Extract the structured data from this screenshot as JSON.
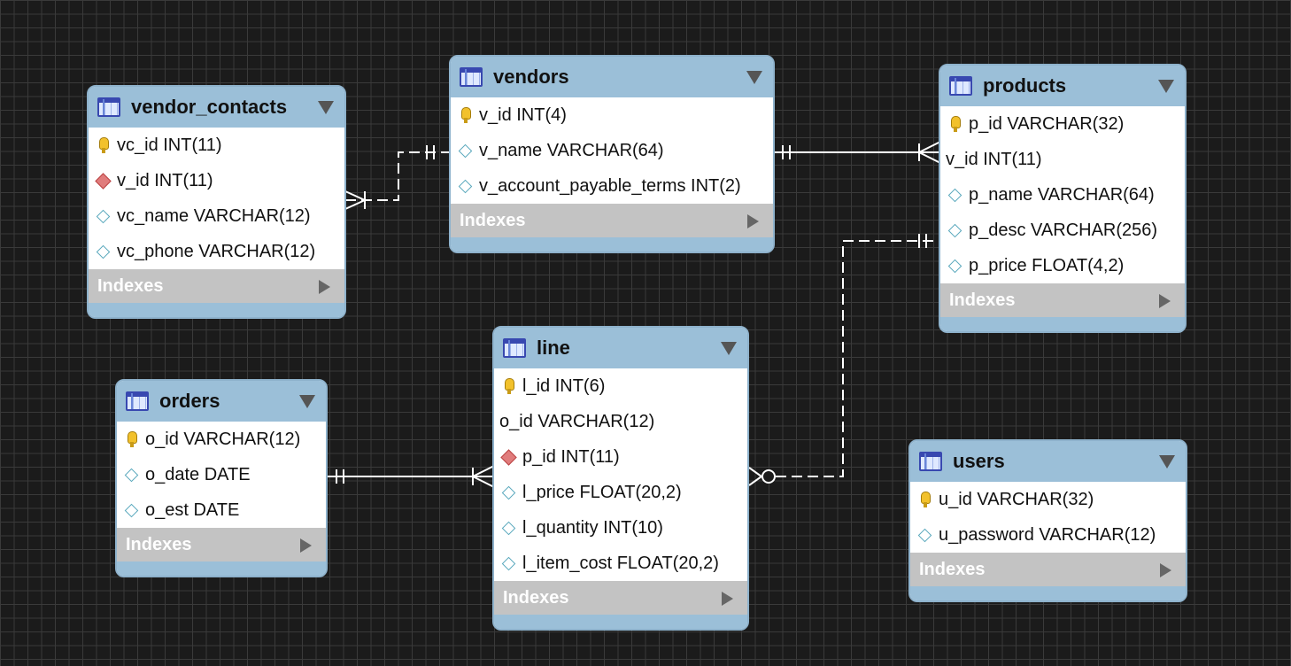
{
  "tables": {
    "vendor_contacts": {
      "name": "vendor_contacts",
      "columns": [
        {
          "icon": "primary-key-icon",
          "text": "vc_id INT(11)"
        },
        {
          "icon": "foreign-key-icon",
          "text": "v_id INT(11)"
        },
        {
          "icon": "attribute-icon",
          "text": "vc_name VARCHAR(12)"
        },
        {
          "icon": "attribute-icon",
          "text": "vc_phone VARCHAR(12)"
        }
      ],
      "indexes_label": "Indexes"
    },
    "vendors": {
      "name": "vendors",
      "columns": [
        {
          "icon": "primary-key-icon",
          "text": "v_id INT(4)"
        },
        {
          "icon": "attribute-icon",
          "text": "v_name VARCHAR(64)"
        },
        {
          "icon": "attribute-icon",
          "text": "v_account_payable_terms INT(2)"
        }
      ],
      "indexes_label": "Indexes"
    },
    "products": {
      "name": "products",
      "columns": [
        {
          "icon": "primary-key-icon",
          "text": "p_id VARCHAR(32)"
        },
        {
          "icon": "none",
          "text": "v_id INT(11)"
        },
        {
          "icon": "attribute-icon",
          "text": "p_name VARCHAR(64)"
        },
        {
          "icon": "attribute-icon",
          "text": "p_desc VARCHAR(256)"
        },
        {
          "icon": "attribute-icon",
          "text": "p_price FLOAT(4,2)"
        }
      ],
      "indexes_label": "Indexes"
    },
    "orders": {
      "name": "orders",
      "columns": [
        {
          "icon": "primary-key-icon",
          "text": "o_id VARCHAR(12)"
        },
        {
          "icon": "attribute-icon",
          "text": "o_date DATE"
        },
        {
          "icon": "attribute-icon",
          "text": "o_est DATE"
        }
      ],
      "indexes_label": "Indexes"
    },
    "line": {
      "name": "line",
      "columns": [
        {
          "icon": "primary-key-icon",
          "text": "l_id INT(6)"
        },
        {
          "icon": "none",
          "text": "o_id VARCHAR(12)"
        },
        {
          "icon": "foreign-key-icon",
          "text": "p_id INT(11)"
        },
        {
          "icon": "attribute-icon",
          "text": "l_price FLOAT(20,2)"
        },
        {
          "icon": "attribute-icon",
          "text": "l_quantity INT(10)"
        },
        {
          "icon": "attribute-icon",
          "text": "l_item_cost FLOAT(20,2)"
        }
      ],
      "indexes_label": "Indexes"
    },
    "users": {
      "name": "users",
      "columns": [
        {
          "icon": "primary-key-icon",
          "text": "u_id VARCHAR(32)"
        },
        {
          "icon": "attribute-icon",
          "text": "u_password VARCHAR(12)"
        }
      ],
      "indexes_label": "Indexes"
    }
  },
  "relationships": [
    {
      "from": "vendor_contacts",
      "to": "vendors",
      "from_end": "many",
      "to_end": "one",
      "style": "dashed"
    },
    {
      "from": "products",
      "to": "vendors",
      "from_end": "many",
      "to_end": "one",
      "style": "solid"
    },
    {
      "from": "line",
      "to": "orders",
      "from_end": "many",
      "to_end": "one",
      "style": "solid"
    },
    {
      "from": "line",
      "to": "products",
      "from_end": "zero-or-many",
      "to_end": "one",
      "style": "dashed"
    }
  ],
  "colors": {
    "background": "#1b1b1b",
    "grid": "#3a3a3a",
    "header": "#9bbfd8",
    "indexes_bar": "#c3c3c3",
    "connector": "#ffffff"
  }
}
